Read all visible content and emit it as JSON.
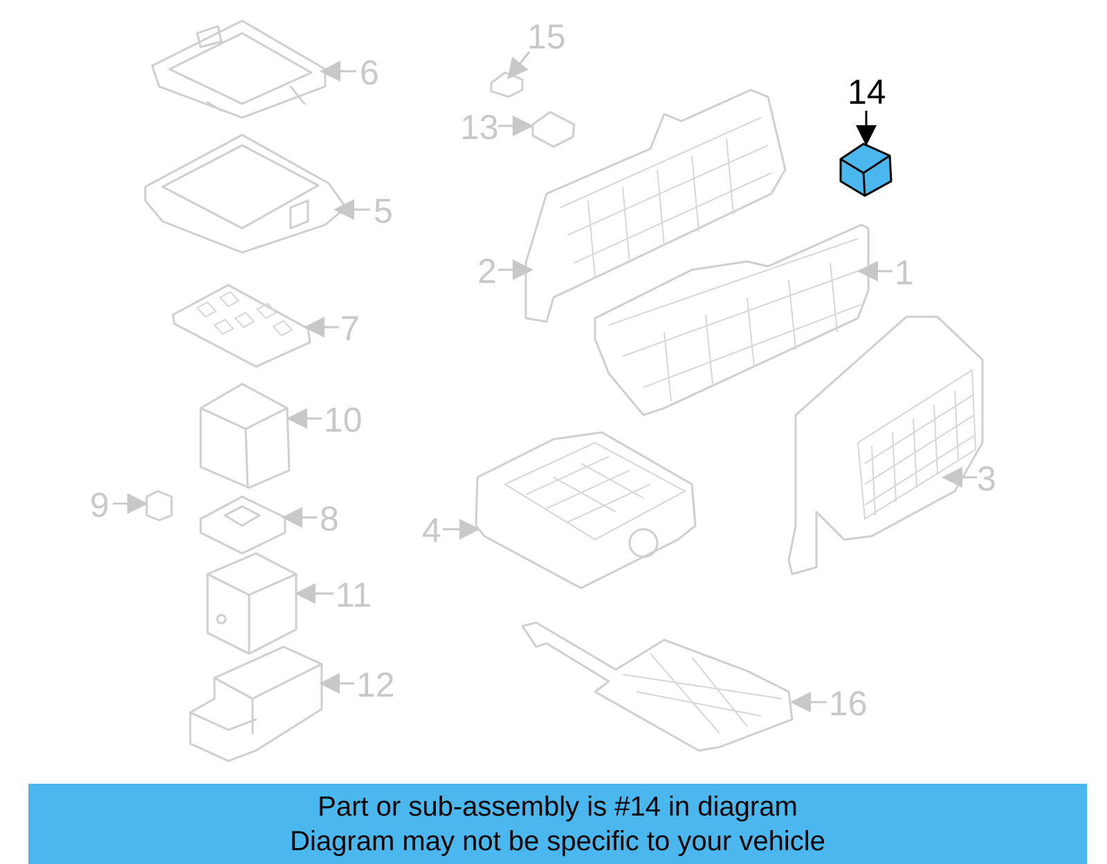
{
  "diagram": {
    "highlighted_part": "14",
    "highlight_color": "#4ab8ee",
    "callouts": [
      "1",
      "2",
      "3",
      "4",
      "5",
      "6",
      "7",
      "8",
      "9",
      "10",
      "11",
      "12",
      "13",
      "15",
      "16"
    ]
  },
  "footer": {
    "background": "#4ab8ee",
    "line1": "Part or sub-assembly is #14 in diagram",
    "line2": "Diagram may not be specific to your vehicle"
  }
}
